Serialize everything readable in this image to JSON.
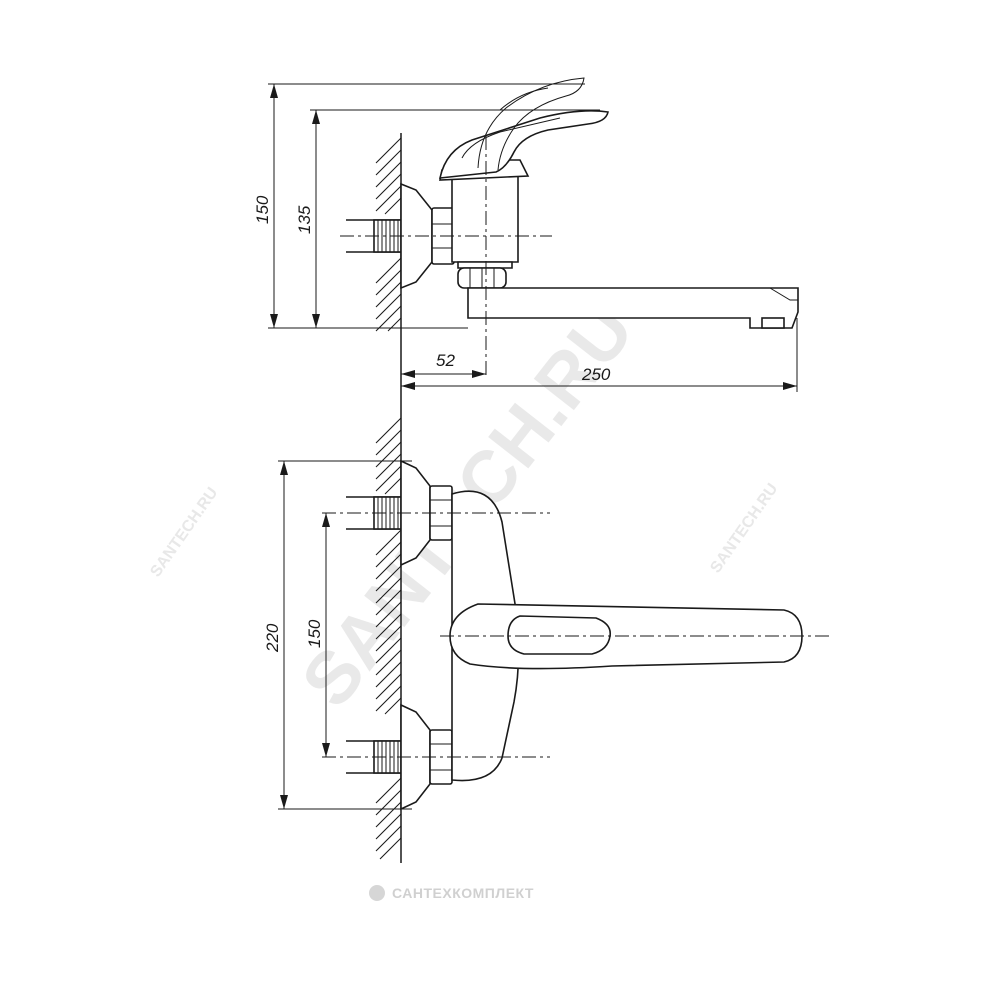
{
  "dimensions": {
    "top_height_outer": "150",
    "top_height_inner": "135",
    "inlet_offset": "52",
    "spout_reach": "250",
    "front_height_outer": "220",
    "front_inlet_spacing": "150"
  },
  "watermarks": {
    "main": "SANTECH.RU",
    "side_left": "SANTECH.RU",
    "side_right": "SANTECH.RU",
    "bottom": "САНТЕХКОМПЛЕКТ"
  }
}
